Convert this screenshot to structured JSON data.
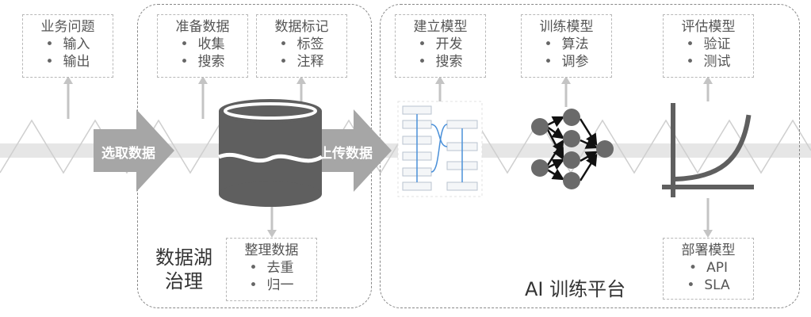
{
  "colors": {
    "arrow": "#a6a6a6",
    "icon": "#5f5f5f",
    "band": "#e6e6e6",
    "line": "#cfcfcf"
  },
  "boxes": {
    "business": {
      "title": "业务问题",
      "items": [
        "输入",
        "输出"
      ]
    },
    "prepare": {
      "title": "准备数据",
      "items": [
        "收集",
        "搜索"
      ]
    },
    "label": {
      "title": "数据标记",
      "items": [
        "标签",
        "注释"
      ]
    },
    "organize": {
      "title": "整理数据",
      "items": [
        "去重",
        "归一"
      ]
    },
    "build": {
      "title": "建立模型",
      "items": [
        "开发",
        "搜索"
      ]
    },
    "train": {
      "title": "训练模型",
      "items": [
        "算法",
        "调参"
      ]
    },
    "evaluate": {
      "title": "评估模型",
      "items": [
        "验证",
        "测试"
      ]
    },
    "deploy": {
      "title": "部署模型",
      "items": [
        "API",
        "SLA"
      ]
    }
  },
  "arrows": {
    "extract": "选取数据",
    "upload": "上传数据"
  },
  "groups": {
    "datalake": [
      "数据湖",
      "治理"
    ],
    "platform": "AI 训练平台"
  },
  "icons": {
    "database": "database-icon",
    "workflow": "workflow-graph-icon",
    "network": "neural-network-icon",
    "curve": "growth-curve-icon"
  }
}
